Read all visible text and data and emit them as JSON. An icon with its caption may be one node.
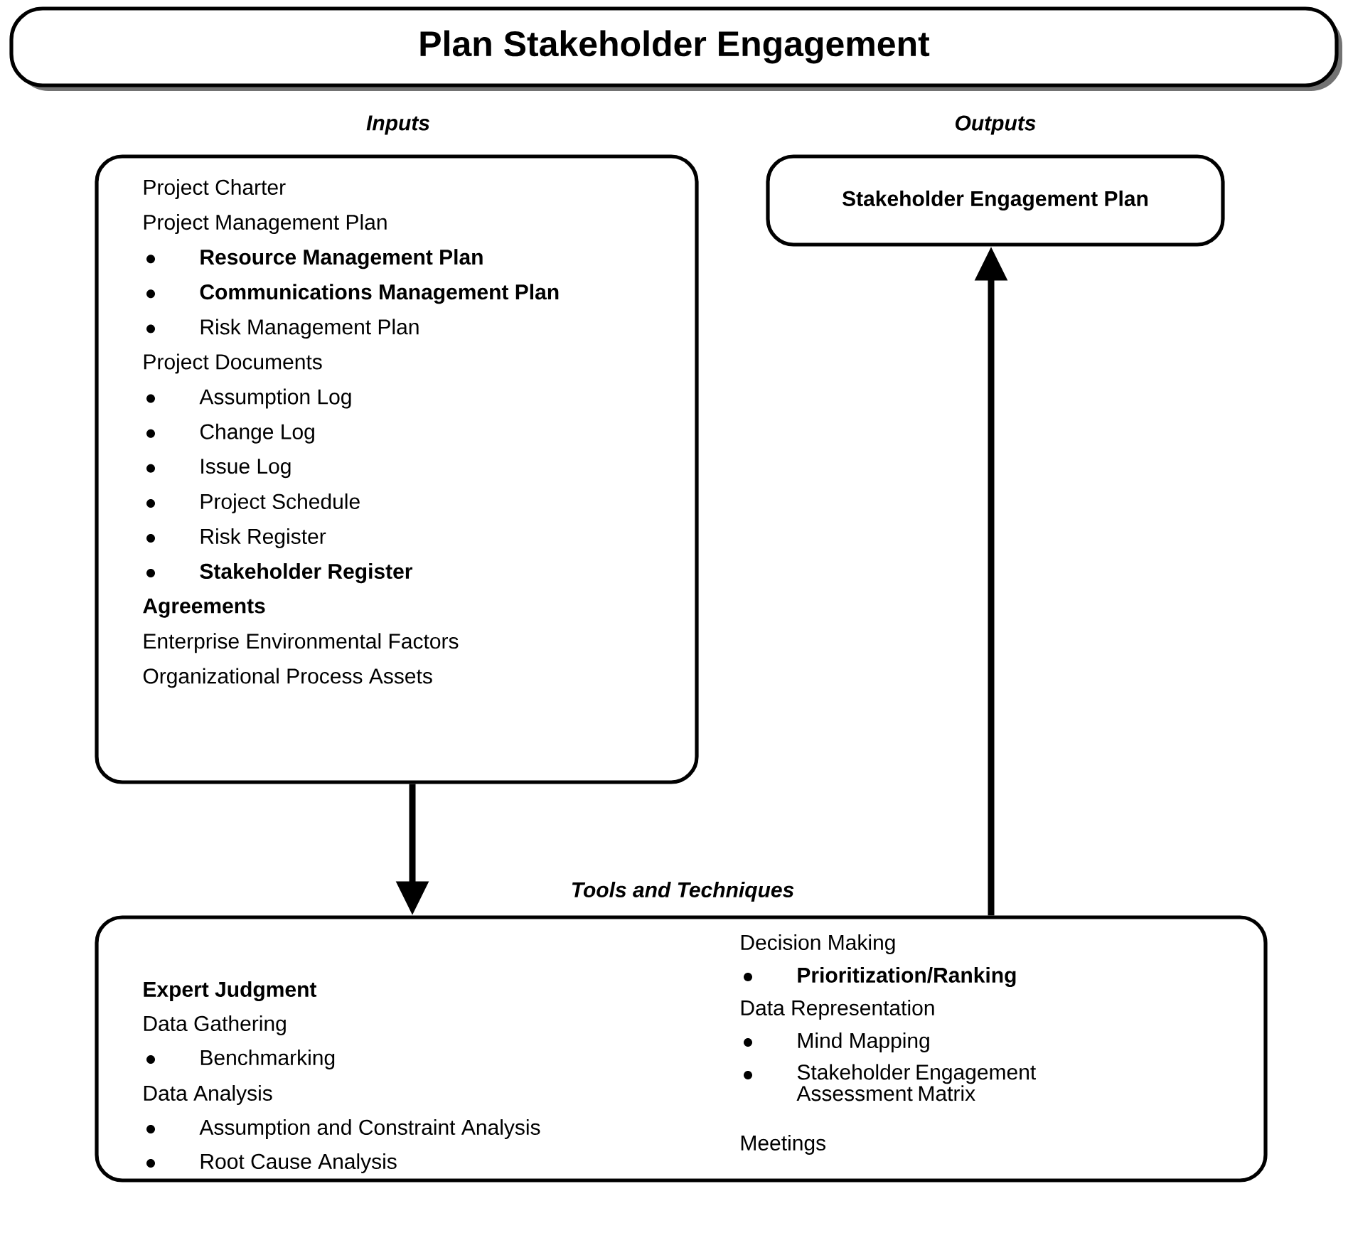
{
  "diagram": {
    "nodes": [
      {
        "text": [
          "Plan Stakeholder Engagement"
        ]
      },
      {
        "text": [
          "Inputs",
          "Project Charter",
          "Project Management Plan",
          "Resource Management Plan",
          "Communications Management Plan",
          "Risk Management Plan",
          "Project Documents",
          "Assumption Log",
          "Change Log",
          "Issue Log",
          "Project Schedule",
          "Risk Register",
          "Stakeholder Register",
          "Agreements",
          "Enterprise Environmental Factors",
          "Organizational Process Assets"
        ]
      },
      {
        "text": [
          "Outputs",
          "Stakeholder Engagement Plan"
        ]
      },
      {
        "text": [
          "Tools and Techniques",
          "Expert Judgment",
          "Data Gathering",
          "Benchmarking",
          "Data Analysis",
          "Assumption and Constraint Analysis",
          "Root Cause Analysis",
          "Decision Making",
          "Prioritization/Ranking",
          "Data Representation",
          "Mind Mapping",
          "Stakeholder Engagement Assessment Matrix",
          "Meetings"
        ]
      }
    ],
    "edges": [
      {
        "from": 1,
        "to": 3,
        "arrow": "to"
      },
      {
        "from": 3,
        "to": 2,
        "arrow": "to"
      }
    ]
  }
}
